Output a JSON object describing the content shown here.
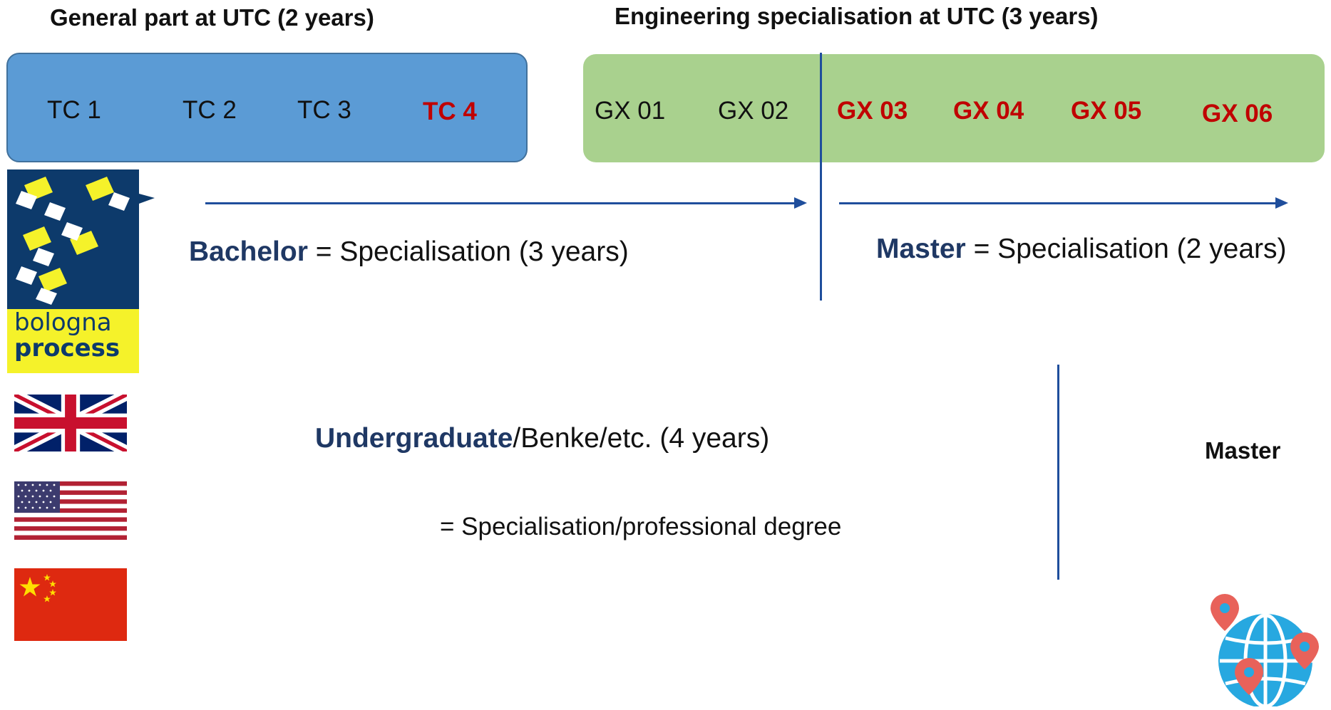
{
  "headings": {
    "general": "General part at UTC (2 years)",
    "engineering": "Engineering specialisation at UTC (3 years)"
  },
  "general_terms": [
    {
      "label": "TC 1",
      "highlight": false
    },
    {
      "label": "TC 2",
      "highlight": false
    },
    {
      "label": "TC 3",
      "highlight": false
    },
    {
      "label": "TC 4",
      "highlight": true
    }
  ],
  "engineering_terms": [
    {
      "label": "GX 01",
      "highlight": false
    },
    {
      "label": "GX 02",
      "highlight": false
    },
    {
      "label": "GX 03",
      "highlight": true
    },
    {
      "label": "GX 04",
      "highlight": true
    },
    {
      "label": "GX 05",
      "highlight": true
    },
    {
      "label": "GX 06",
      "highlight": true
    }
  ],
  "bologna": {
    "logo_line1": "bologna",
    "logo_line2": "process",
    "bachelor_bold": "Bachelor",
    "bachelor_rest": " = Specialisation (3 years)",
    "master_bold": "Master",
    "master_rest": " = Specialisation (2 years)"
  },
  "anglo": {
    "undergrad_bold": "Undergraduate",
    "undergrad_rest": "/Benke/etc. (4 years)",
    "subtitle": "= Specialisation/professional degree",
    "master": "Master"
  },
  "flags": [
    "uk-flag",
    "us-flag",
    "china-flag"
  ],
  "colors": {
    "general_box": "#5b9bd5",
    "engineering_box": "#a9d18e",
    "highlight_text": "#c00000",
    "emphasis_text": "#1f3864",
    "line": "#1f4e9c"
  }
}
